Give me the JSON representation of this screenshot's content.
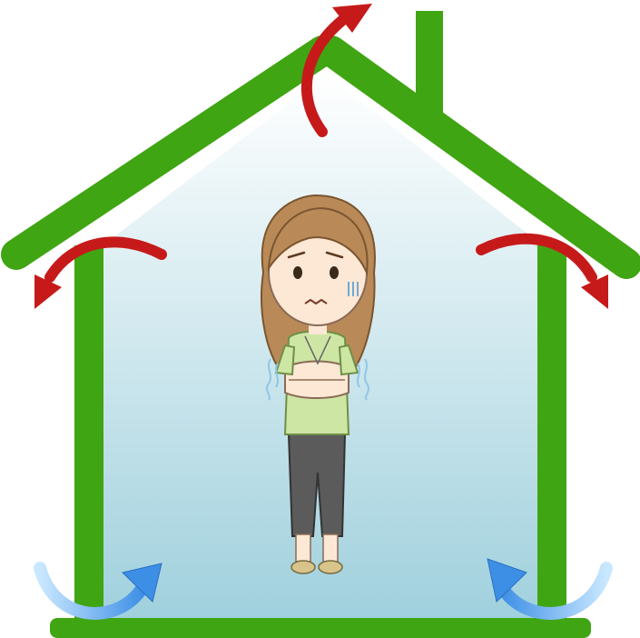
{
  "illustration": {
    "subject": "house-heat-loss",
    "colors": {
      "house_frame": "#3fa512",
      "house_frame_dark": "#2f8a0c",
      "interior_top": "#ffffff",
      "interior_bottom": "#9fd0dd",
      "warm_arrow": "#c61a1a",
      "warm_arrow_dark": "#8a0b0b",
      "cold_arrow": "#3d8fe6",
      "cold_arrow_light": "#c9e8ff",
      "hair": "#b98a57",
      "skin": "#fde8d5",
      "shirt": "#cde6a4",
      "pants": "#5b5b5b",
      "shiver_lines": "#8fc7e8"
    },
    "elements": {
      "house": "house-outline",
      "chimney": "chimney",
      "person": "shivering-woman",
      "warm_air_arrows": [
        "roof-peak-arrow",
        "left-eave-arrow",
        "right-eave-arrow"
      ],
      "cold_air_arrows": [
        "floor-left-arrow",
        "floor-right-arrow"
      ]
    }
  }
}
